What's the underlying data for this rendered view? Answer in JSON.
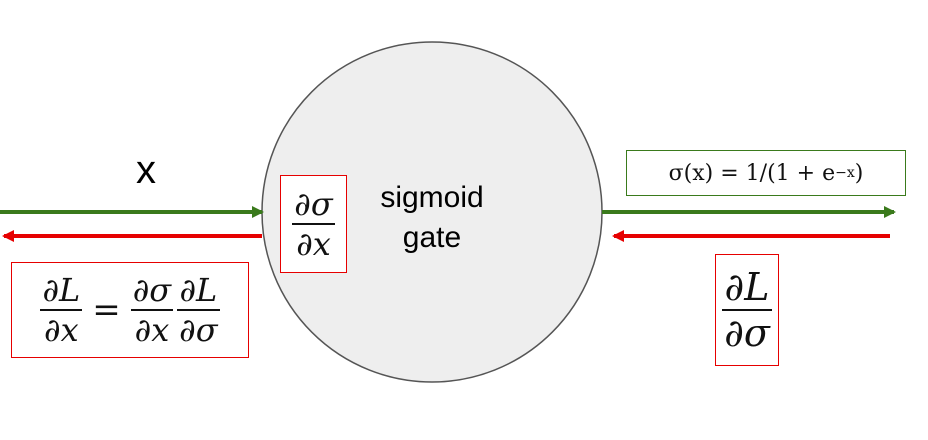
{
  "input_label": "x",
  "gate": {
    "line1": "sigmoid",
    "line2": "gate"
  },
  "local_grad": {
    "num": "∂σ",
    "den": "∂x"
  },
  "chain_rule": {
    "lhs": {
      "num": "∂L",
      "den": "∂x"
    },
    "equals": "=",
    "rhs1": {
      "num": "∂σ",
      "den": "∂x"
    },
    "rhs2": {
      "num": "∂L",
      "den": "∂σ"
    }
  },
  "output_formula": {
    "text": "σ(x) = 1/(1 + e",
    "exp": "−x",
    "close": ")"
  },
  "upstream_grad": {
    "num": "∂L",
    "den": "∂σ"
  },
  "colors": {
    "forward": "#3a7a1c",
    "backward": "#e60000",
    "gate_fill": "#eeeeee",
    "gate_stroke": "#555555"
  }
}
